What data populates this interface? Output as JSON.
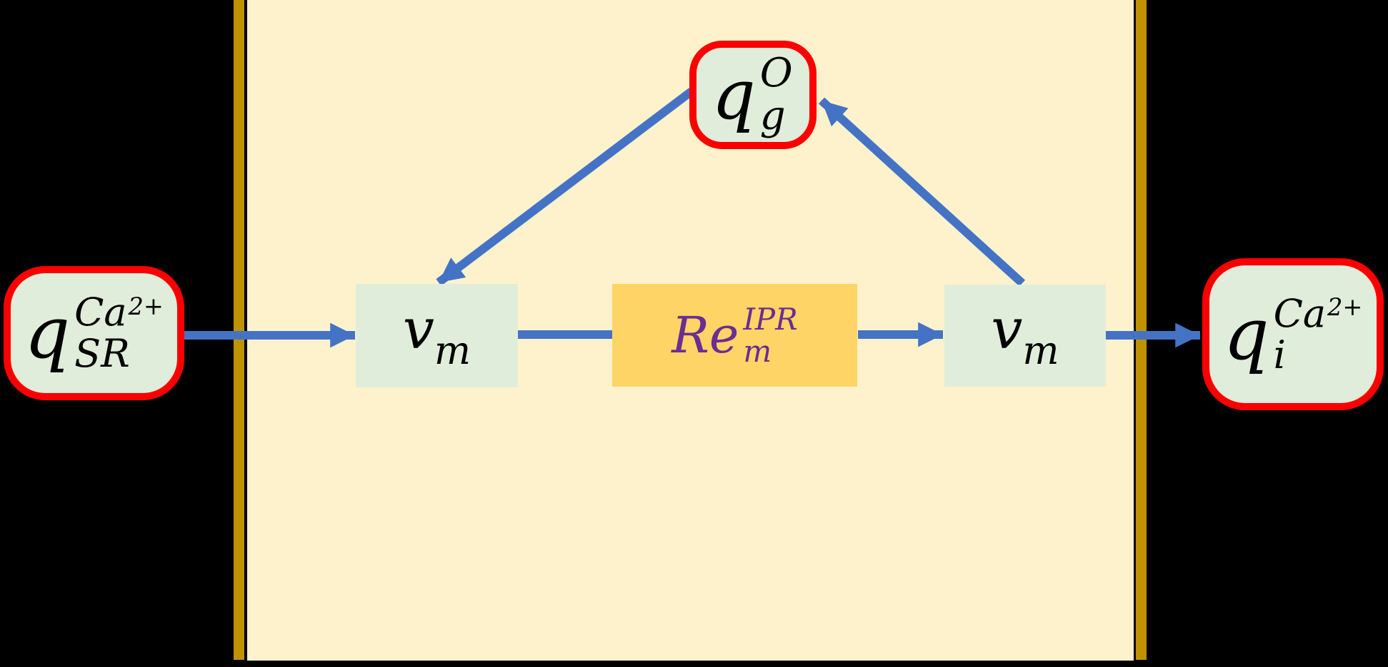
{
  "colors": {
    "background": "#000000",
    "cell_panel": "#FDF2CC",
    "membrane_bar": "#C09200",
    "node_fill": "#E0EDDA",
    "node_border": "#FB0000",
    "flux_box_fill": "#FDD465",
    "flux_box_text": "#6B2D91",
    "arrow": "#4473C5",
    "text": "#000000"
  },
  "nodes": {
    "q_sr": {
      "base": "q",
      "sub": "SR",
      "sup": "Ca",
      "sup_exp": "2+"
    },
    "q_g": {
      "base": "q",
      "sub": "g",
      "sup": "O",
      "sup_exp": ""
    },
    "q_i": {
      "base": "q",
      "sub": "i",
      "sup": "Ca",
      "sup_exp": "2+"
    },
    "v_m_left": {
      "base": "v",
      "sub": "m"
    },
    "v_m_right": {
      "base": "v",
      "sub": "m"
    },
    "re_ipr": {
      "base": "Re",
      "sub": "m",
      "sup": "IPR"
    }
  },
  "edges": [
    {
      "from": "q_sr",
      "to": "v_m_left",
      "arrowhead": true
    },
    {
      "from": "v_m_left",
      "to": "re_ipr",
      "arrowhead": false
    },
    {
      "from": "re_ipr",
      "to": "v_m_right",
      "arrowhead": true
    },
    {
      "from": "v_m_right",
      "to": "q_i",
      "arrowhead": true
    },
    {
      "from": "q_g",
      "to": "v_m_left",
      "arrowhead": true
    },
    {
      "from": "v_m_right",
      "to": "q_g",
      "arrowhead": true
    }
  ]
}
